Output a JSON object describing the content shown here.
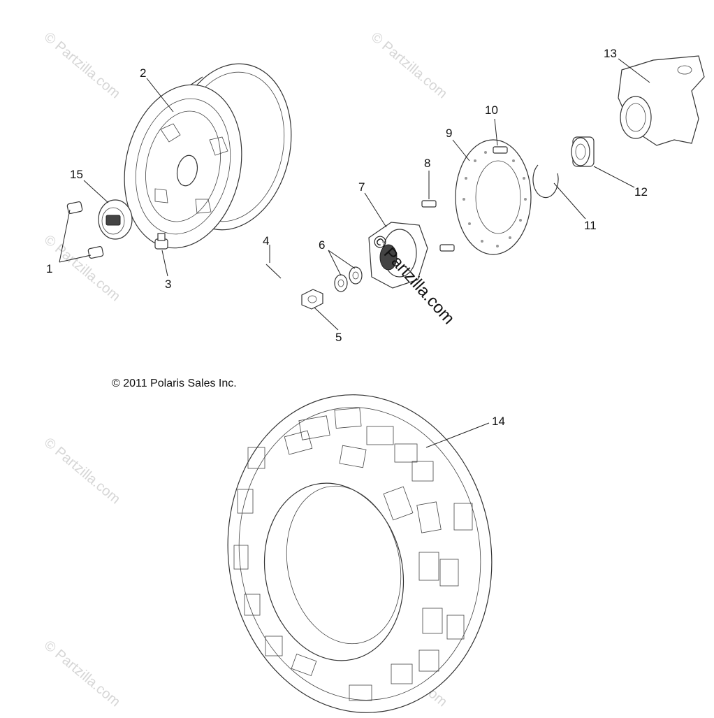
{
  "copyright": "© 2011 Polaris Sales Inc.",
  "watermark_text": "© Partzilla.com",
  "callouts": {
    "c1": "1",
    "c2": "2",
    "c3": "3",
    "c4": "4",
    "c5": "5",
    "c6": "6",
    "c7": "7",
    "c8": "8",
    "c9": "9",
    "c10": "10",
    "c11": "11",
    "c12": "12",
    "c13": "13",
    "c14": "14",
    "c15": "15"
  }
}
